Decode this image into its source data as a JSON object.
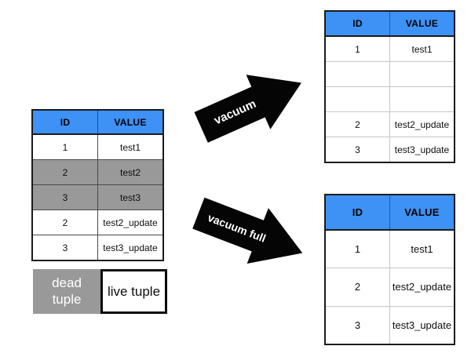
{
  "colors": {
    "header_blue": "#3E91F5",
    "dead_tuple_gray": "#999999",
    "arrow_black": "#050505"
  },
  "tables": {
    "source": {
      "columns": [
        "ID",
        "VALUE"
      ],
      "rows": [
        {
          "id": "1",
          "value": "test1",
          "state": "live"
        },
        {
          "id": "2",
          "value": "test2",
          "state": "dead"
        },
        {
          "id": "3",
          "value": "test3",
          "state": "dead"
        },
        {
          "id": "2",
          "value": "test2_update",
          "state": "live"
        },
        {
          "id": "3",
          "value": "test3_update",
          "state": "live"
        }
      ]
    },
    "vacuum_result": {
      "columns": [
        "ID",
        "VALUE"
      ],
      "rows": [
        {
          "id": "1",
          "value": "test1",
          "state": "live"
        },
        {
          "id": "",
          "value": "",
          "state": "empty"
        },
        {
          "id": "",
          "value": "",
          "state": "empty"
        },
        {
          "id": "2",
          "value": "test2_update",
          "state": "live"
        },
        {
          "id": "3",
          "value": "test3_update",
          "state": "live"
        }
      ]
    },
    "vacuum_full_result": {
      "columns": [
        "ID",
        "VALUE"
      ],
      "rows": [
        {
          "id": "1",
          "value": "test1",
          "state": "live"
        },
        {
          "id": "2",
          "value": "test2_update",
          "state": "live"
        },
        {
          "id": "3",
          "value": "test3_update",
          "state": "live"
        }
      ]
    }
  },
  "arrows": {
    "vacuum": {
      "label": "vacuum"
    },
    "vacuum_full": {
      "label": "vacuum full"
    }
  },
  "legend": {
    "dead": "dead tuple",
    "live": "live tuple"
  }
}
